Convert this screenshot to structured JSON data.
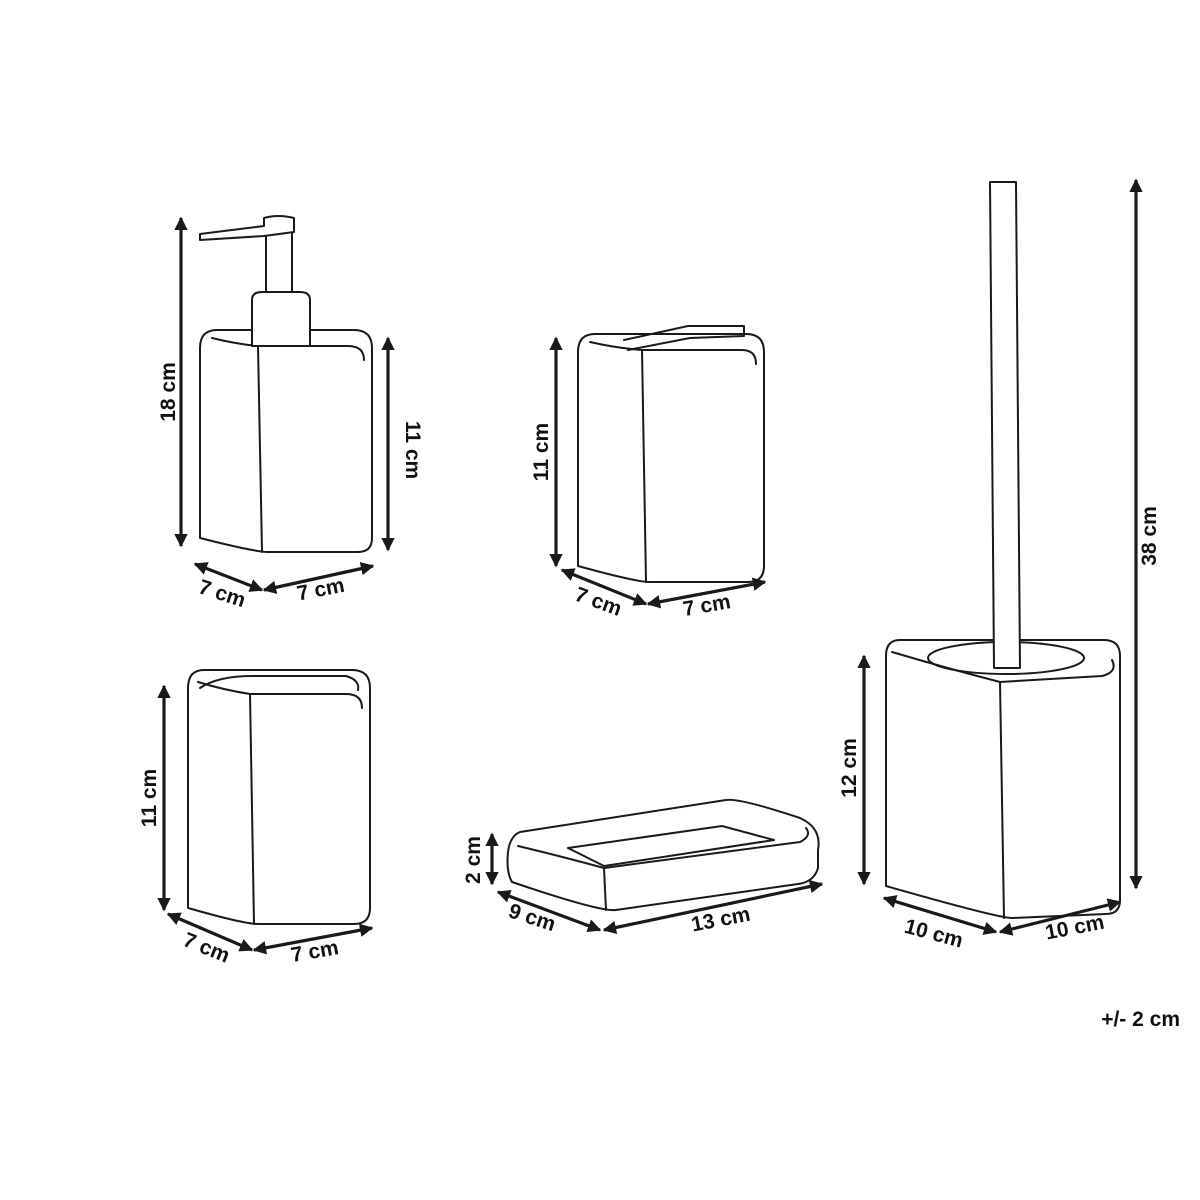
{
  "colors": {
    "line": "#1a1a1a",
    "background": "#ffffff"
  },
  "tolerance_note": "+/- 2 cm",
  "items": {
    "soap_dispenser": {
      "total_height": "18 cm",
      "body_height": "11 cm",
      "depth": "7 cm",
      "width": "7 cm"
    },
    "toothbrush_holder": {
      "height": "11 cm",
      "depth": "7 cm",
      "width": "7 cm"
    },
    "tumbler": {
      "height": "11 cm",
      "depth": "7 cm",
      "width": "7 cm"
    },
    "soap_dish": {
      "height": "2 cm",
      "depth": "9 cm",
      "width": "13 cm"
    },
    "toilet_brush": {
      "total_height": "38 cm",
      "holder_height": "12 cm",
      "depth": "10 cm",
      "width": "10 cm"
    }
  }
}
